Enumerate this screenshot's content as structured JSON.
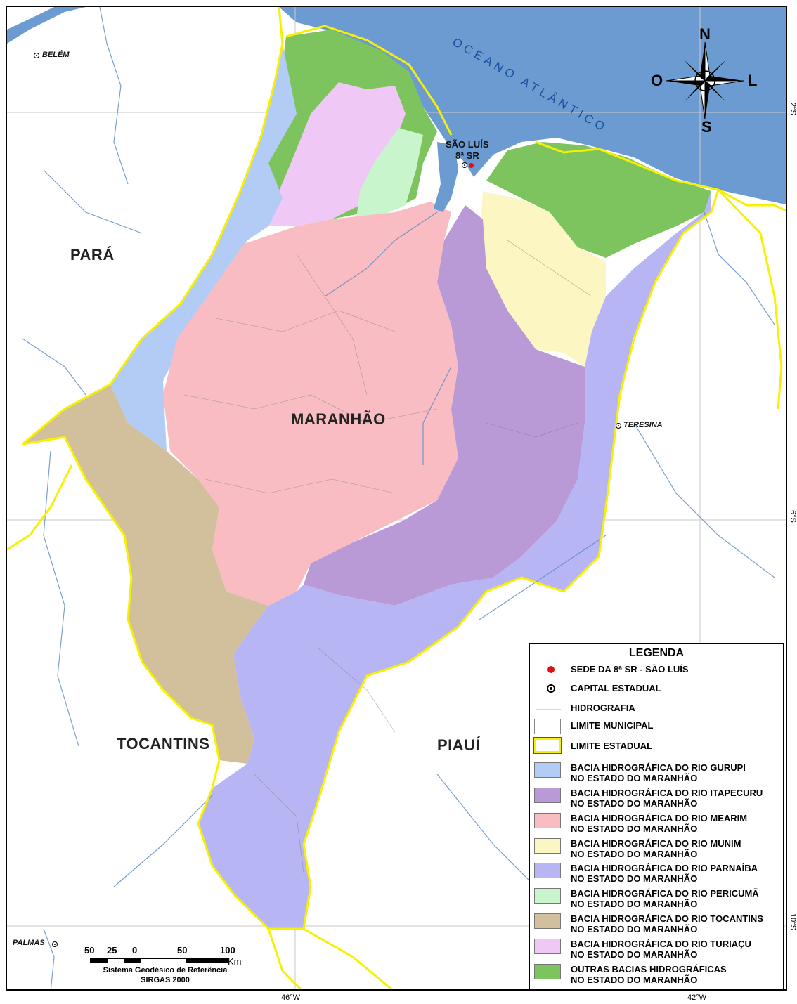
{
  "ocean_label": "OCEANO ATLÂNTICO",
  "compass": {
    "north": "N",
    "south": "S",
    "east": "L",
    "west": "O"
  },
  "states": {
    "para": "PARÁ",
    "maranhao": "MARANHÃO",
    "tocantins": "TOCANTINS",
    "piaui": "PIAUÍ"
  },
  "cities": {
    "belem": "BELÉM",
    "teresina": "TERESINA",
    "palmas": "PALMAS",
    "sao_luis": "SÃO LUÍS",
    "sede": "8ª SR"
  },
  "coordinates": {
    "lon_46": "46°W",
    "lon_42": "42°W",
    "lat_2": "2°S",
    "lat_6": "6°S",
    "lat_10": "10°S"
  },
  "scale": {
    "ticks": [
      "50",
      "25",
      "0",
      "50",
      "100"
    ],
    "unit": "Km",
    "caption_1": "Sistema Geodésico de Referência",
    "caption_2": "SIRGAS 2000"
  },
  "colors": {
    "ocean": "#6b9bd1",
    "gurupi": "#b3ccf5",
    "itapecuru": "#b99ad6",
    "mearim": "#f9bcc3",
    "munim": "#fbf6c2",
    "parnaiba": "#b8b5f5",
    "pericuma": "#c9f5cc",
    "tocantins": "#d2bf9b",
    "turiacu": "#f0c8f5",
    "outras": "#7ec45e",
    "state_limit": "#f7f000",
    "sede": "#e01010"
  },
  "legend": {
    "title": "LEGENDA",
    "items": [
      {
        "label1": "SEDE DA 8ª SR - SÃO LUÍS",
        "label2": "",
        "kind": "red-dot"
      },
      {
        "label1": "CAPITAL ESTADUAL",
        "label2": "",
        "kind": "capital"
      },
      {
        "label1": "HIDROGRAFIA",
        "label2": "",
        "kind": "line"
      },
      {
        "label1": "LIMITE MUNICIPAL",
        "label2": "",
        "kind": "municipal"
      },
      {
        "label1": "LIMITE ESTADUAL",
        "label2": "",
        "kind": "estadual"
      },
      {
        "label1": "BACIA HIDROGRÁFICA DO RIO GURUPI",
        "label2": "NO ESTADO DO MARANHÃO",
        "kind": "swatch",
        "color": "#b3ccf5"
      },
      {
        "label1": "BACIA HIDROGRÁFICA DO RIO ITAPECURU",
        "label2": "NO ESTADO DO MARANHÃO",
        "kind": "swatch",
        "color": "#b99ad6"
      },
      {
        "label1": "BACIA HIDROGRÁFICA DO RIO MEARIM",
        "label2": "NO ESTADO DO MARANHÃO",
        "kind": "swatch",
        "color": "#f9bcc3"
      },
      {
        "label1": "BACIA HIDROGRÁFICA DO RIO MUNIM",
        "label2": "NO ESTADO DO MARANHÃO",
        "kind": "swatch",
        "color": "#fbf6c2"
      },
      {
        "label1": "BACIA HIDROGRÁFICA DO RIO PARNAÍBA",
        "label2": "NO ESTADO DO MARANHÃO",
        "kind": "swatch",
        "color": "#b8b5f5"
      },
      {
        "label1": "BACIA HIDROGRÁFICA DO RIO PERICUMÃ",
        "label2": "NO ESTADO DO MARANHÃO",
        "kind": "swatch",
        "color": "#c9f5cc"
      },
      {
        "label1": "BACIA HIDROGRÁFICA DO RIO TOCANTINS",
        "label2": "NO ESTADO DO MARANHÃO",
        "kind": "swatch",
        "color": "#d2bf9b"
      },
      {
        "label1": "BACIA HIDROGRÁFICA DO RIO TURIAÇU",
        "label2": "NO ESTADO DO MARANHÃO",
        "kind": "swatch",
        "color": "#f0c8f5"
      },
      {
        "label1": "OUTRAS BACIAS HIDROGRÁFICAS",
        "label2": "NO ESTADO DO MARANHÃO",
        "kind": "swatch",
        "color": "#7ec45e"
      }
    ]
  }
}
